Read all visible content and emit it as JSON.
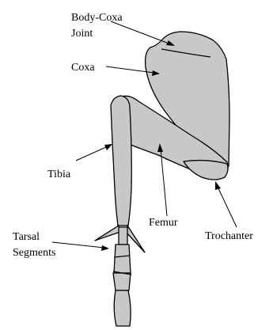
{
  "labels": {
    "body_coxa_joint_line1": "Body-Coxa",
    "body_coxa_joint_line2": "Joint",
    "coxa": "Coxa",
    "tibia": "Tibia",
    "femur": "Femur",
    "trochanter": "Trochanter",
    "tarsal_line1": "Tarsal",
    "tarsal_line2": "Segments"
  },
  "colors": {
    "segment_fill": "#c8c8c8",
    "outline": "#000000",
    "background": "#ffffff"
  }
}
